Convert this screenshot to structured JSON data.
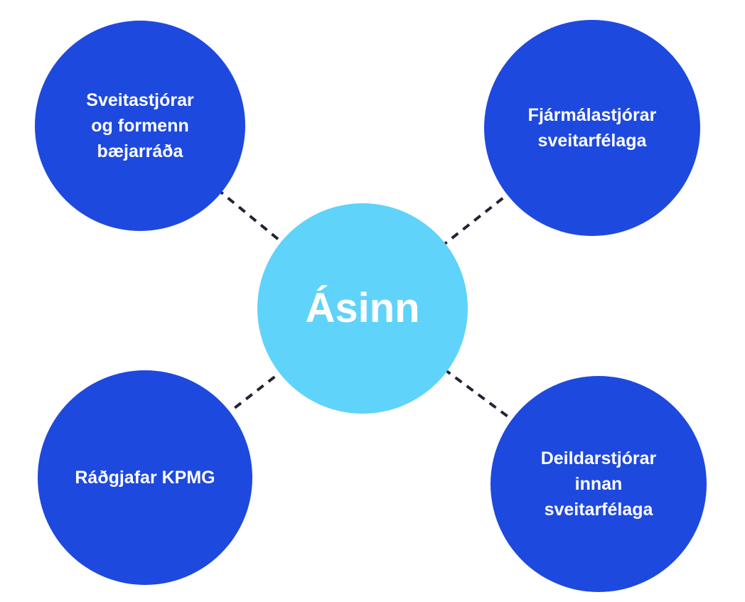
{
  "diagram": {
    "center": {
      "label": "Ásinn"
    },
    "nodes": [
      {
        "id": "top-left",
        "label": "Sveitastjórar\nog formenn\nbæjarráða"
      },
      {
        "id": "top-right",
        "label": "Fjármálastjórar\nsveitarfélaga"
      },
      {
        "id": "bottom-left",
        "label": "Ráðgjafar KPMG"
      },
      {
        "id": "bottom-right",
        "label": "Deildarstjórar\ninnan\nsveitarfélaga"
      }
    ],
    "colors": {
      "node": "#1e49de",
      "center": "#5fd3fa",
      "text": "#ffffff",
      "connector": "#202531",
      "background": "#ffffff"
    }
  }
}
